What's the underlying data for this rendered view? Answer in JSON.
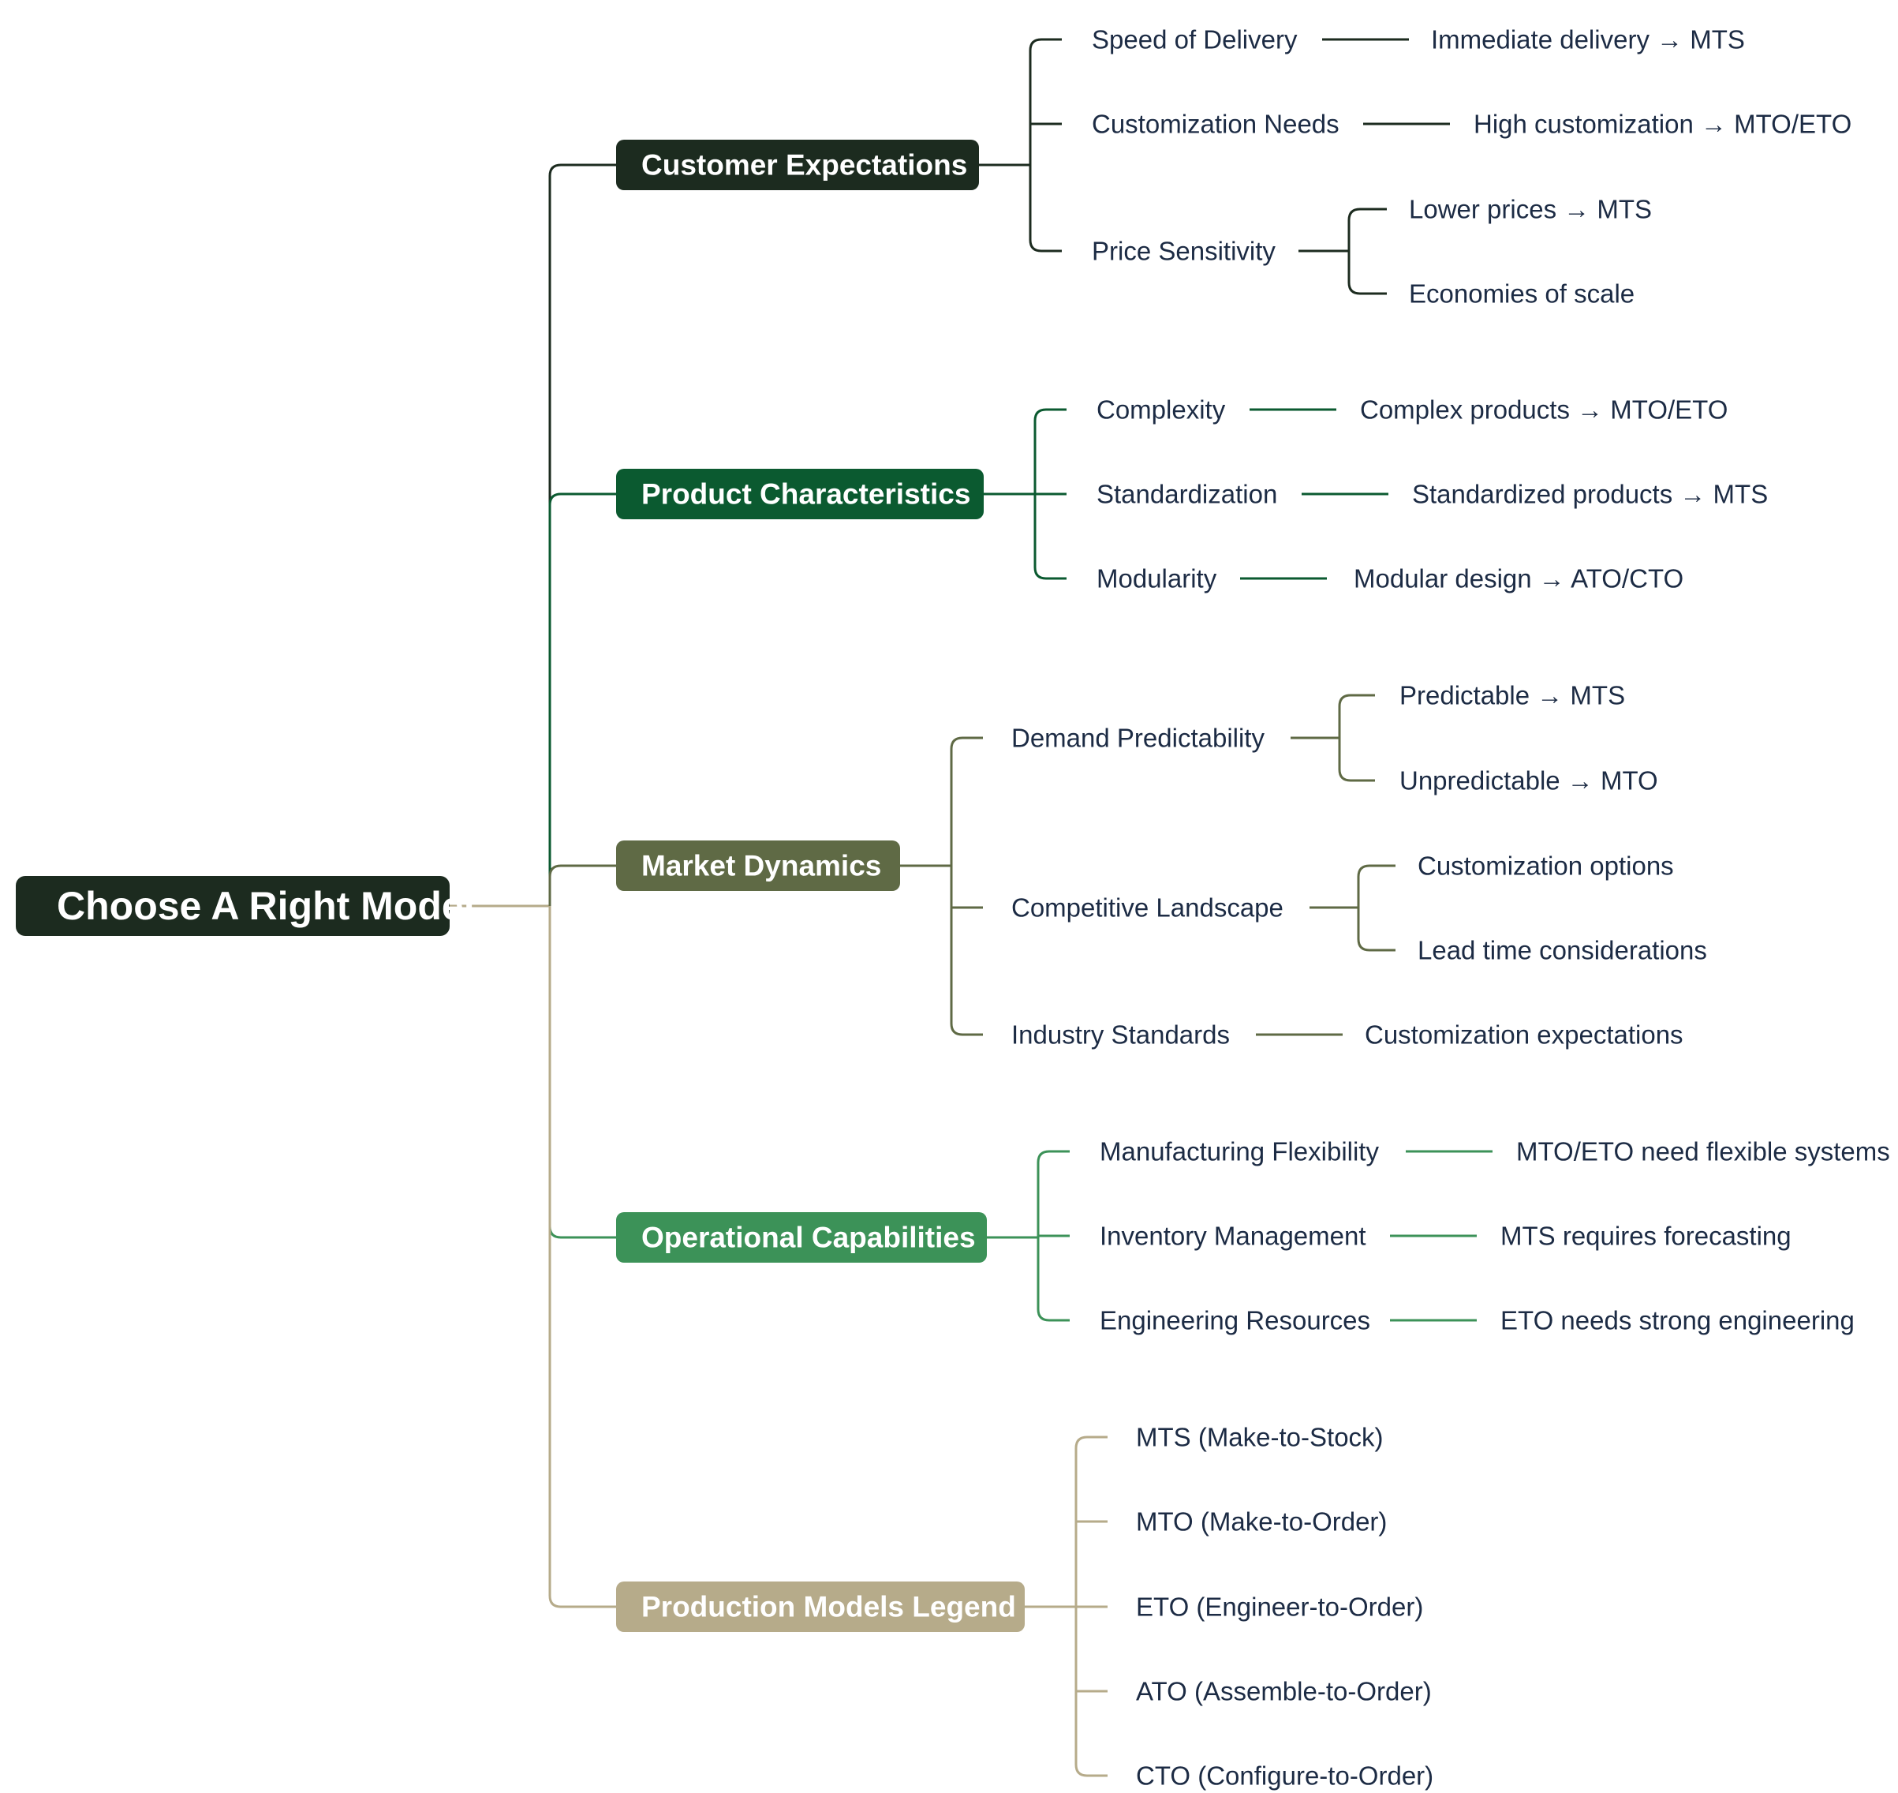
{
  "root": {
    "label": "Choose A Right Model",
    "color": "#1c2b1f"
  },
  "branches": [
    {
      "label": "Customer Expectations",
      "color": "#1c2b1f",
      "children": [
        {
          "label": "Speed of Delivery",
          "children": [
            "Immediate delivery → MTS"
          ]
        },
        {
          "label": "Customization Needs",
          "children": [
            "High customization → MTO/ETO"
          ]
        },
        {
          "label": "Price Sensitivity",
          "children": [
            "Lower prices → MTS",
            "Economies of scale"
          ]
        }
      ]
    },
    {
      "label": "Product Characteristics",
      "color": "#0b5a30",
      "children": [
        {
          "label": "Complexity",
          "children": [
            "Complex products → MTO/ETO"
          ]
        },
        {
          "label": "Standardization",
          "children": [
            "Standardized products → MTS"
          ]
        },
        {
          "label": "Modularity",
          "children": [
            "Modular design → ATO/CTO"
          ]
        }
      ]
    },
    {
      "label": "Market Dynamics",
      "color": "#5f6a45",
      "children": [
        {
          "label": "Demand Predictability",
          "children": [
            "Predictable → MTS",
            "Unpredictable → MTO"
          ]
        },
        {
          "label": "Competitive Landscape",
          "children": [
            "Customization options",
            "Lead time considerations"
          ]
        },
        {
          "label": "Industry Standards",
          "children": [
            "Customization expectations"
          ]
        }
      ]
    },
    {
      "label": "Operational Capabilities",
      "color": "#3c9258",
      "children": [
        {
          "label": "Manufacturing Flexibility",
          "children": [
            "MTO/ETO need flexible systems"
          ]
        },
        {
          "label": "Inventory Management",
          "children": [
            "MTS requires forecasting"
          ]
        },
        {
          "label": "Engineering Resources",
          "children": [
            "ETO needs strong engineering"
          ]
        }
      ]
    },
    {
      "label": "Production Models Legend",
      "color": "#b6ab8a",
      "children": [
        {
          "label": "MTS (Make-to-Stock)",
          "children": []
        },
        {
          "label": "MTO (Make-to-Order)",
          "children": []
        },
        {
          "label": "ETO (Engineer-to-Order)",
          "children": []
        },
        {
          "label": "ATO (Assemble-to-Order)",
          "children": []
        },
        {
          "label": "CTO (Configure-to-Order)",
          "children": []
        }
      ]
    }
  ]
}
